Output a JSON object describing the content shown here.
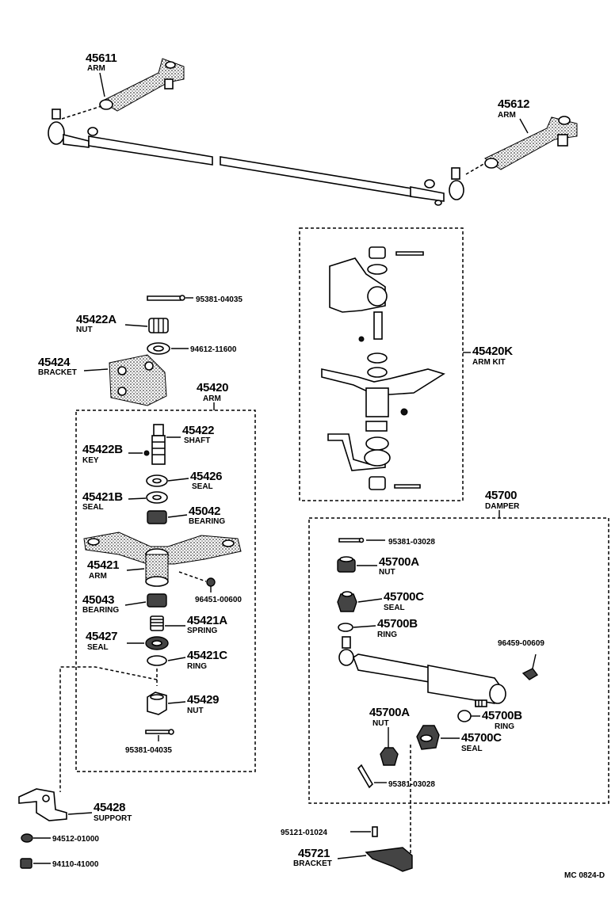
{
  "labels": {
    "arm_45611": {
      "number": "45611",
      "name": "ARM"
    },
    "arm_45612": {
      "number": "45612",
      "name": "ARM"
    },
    "pin_95381_04035_top": {
      "number": "95381-04035"
    },
    "nut_45422A": {
      "number": "45422A",
      "name": "NUT"
    },
    "washer_94612": {
      "number": "94612-11600"
    },
    "bracket_45424": {
      "number": "45424",
      "name": "BRACKET"
    },
    "arm_45420": {
      "number": "45420",
      "name": "ARM"
    },
    "shaft_45422": {
      "number": "45422",
      "name": "SHAFT"
    },
    "key_45422B": {
      "number": "45422B",
      "name": "KEY"
    },
    "seal_45426": {
      "number": "45426",
      "name": "SEAL"
    },
    "seal_45421B": {
      "number": "45421B",
      "name": "SEAL"
    },
    "bearing_45042": {
      "number": "45042",
      "name": "BEARING"
    },
    "arm_45421": {
      "number": "45421",
      "name": "ARM"
    },
    "fitting_96451": {
      "number": "96451-00600"
    },
    "bearing_45043": {
      "number": "45043",
      "name": "BEARING"
    },
    "spring_45421A": {
      "number": "45421A",
      "name": "SPRING"
    },
    "seal_45427": {
      "number": "45427",
      "name": "SEAL"
    },
    "ring_45421C": {
      "number": "45421C",
      "name": "RING"
    },
    "nut_45429": {
      "number": "45429",
      "name": "NUT"
    },
    "pin_95381_04035_bottom": {
      "number": "95381-04035"
    },
    "support_45428": {
      "number": "45428",
      "name": "SUPPORT"
    },
    "washer_94512": {
      "number": "94512-01000"
    },
    "nut_94110": {
      "number": "94110-41000"
    },
    "armkit_45420K": {
      "number": "45420K",
      "name": "ARM KIT"
    },
    "damper_45700": {
      "number": "45700",
      "name": "DAMPER"
    },
    "pin_95381_03028_top": {
      "number": "95381-03028"
    },
    "nut_45700A_top": {
      "number": "45700A",
      "name": "NUT"
    },
    "seal_45700C_top": {
      "number": "45700C",
      "name": "SEAL"
    },
    "ring_45700B_top": {
      "number": "45700B",
      "name": "RING"
    },
    "fitting_96459": {
      "number": "96459-00609"
    },
    "ring_45700B_bottom": {
      "number": "45700B",
      "name": "RING"
    },
    "nut_45700A_bottom": {
      "number": "45700A",
      "name": "NUT"
    },
    "seal_45700C_bottom": {
      "number": "45700C",
      "name": "SEAL"
    },
    "pin_95381_03028_bottom": {
      "number": "95381-03028"
    },
    "bolt_95121": {
      "number": "95121-01024"
    },
    "bracket_45721": {
      "number": "45721",
      "name": "BRACKET"
    }
  },
  "figure_ref": "MC 0824-D"
}
